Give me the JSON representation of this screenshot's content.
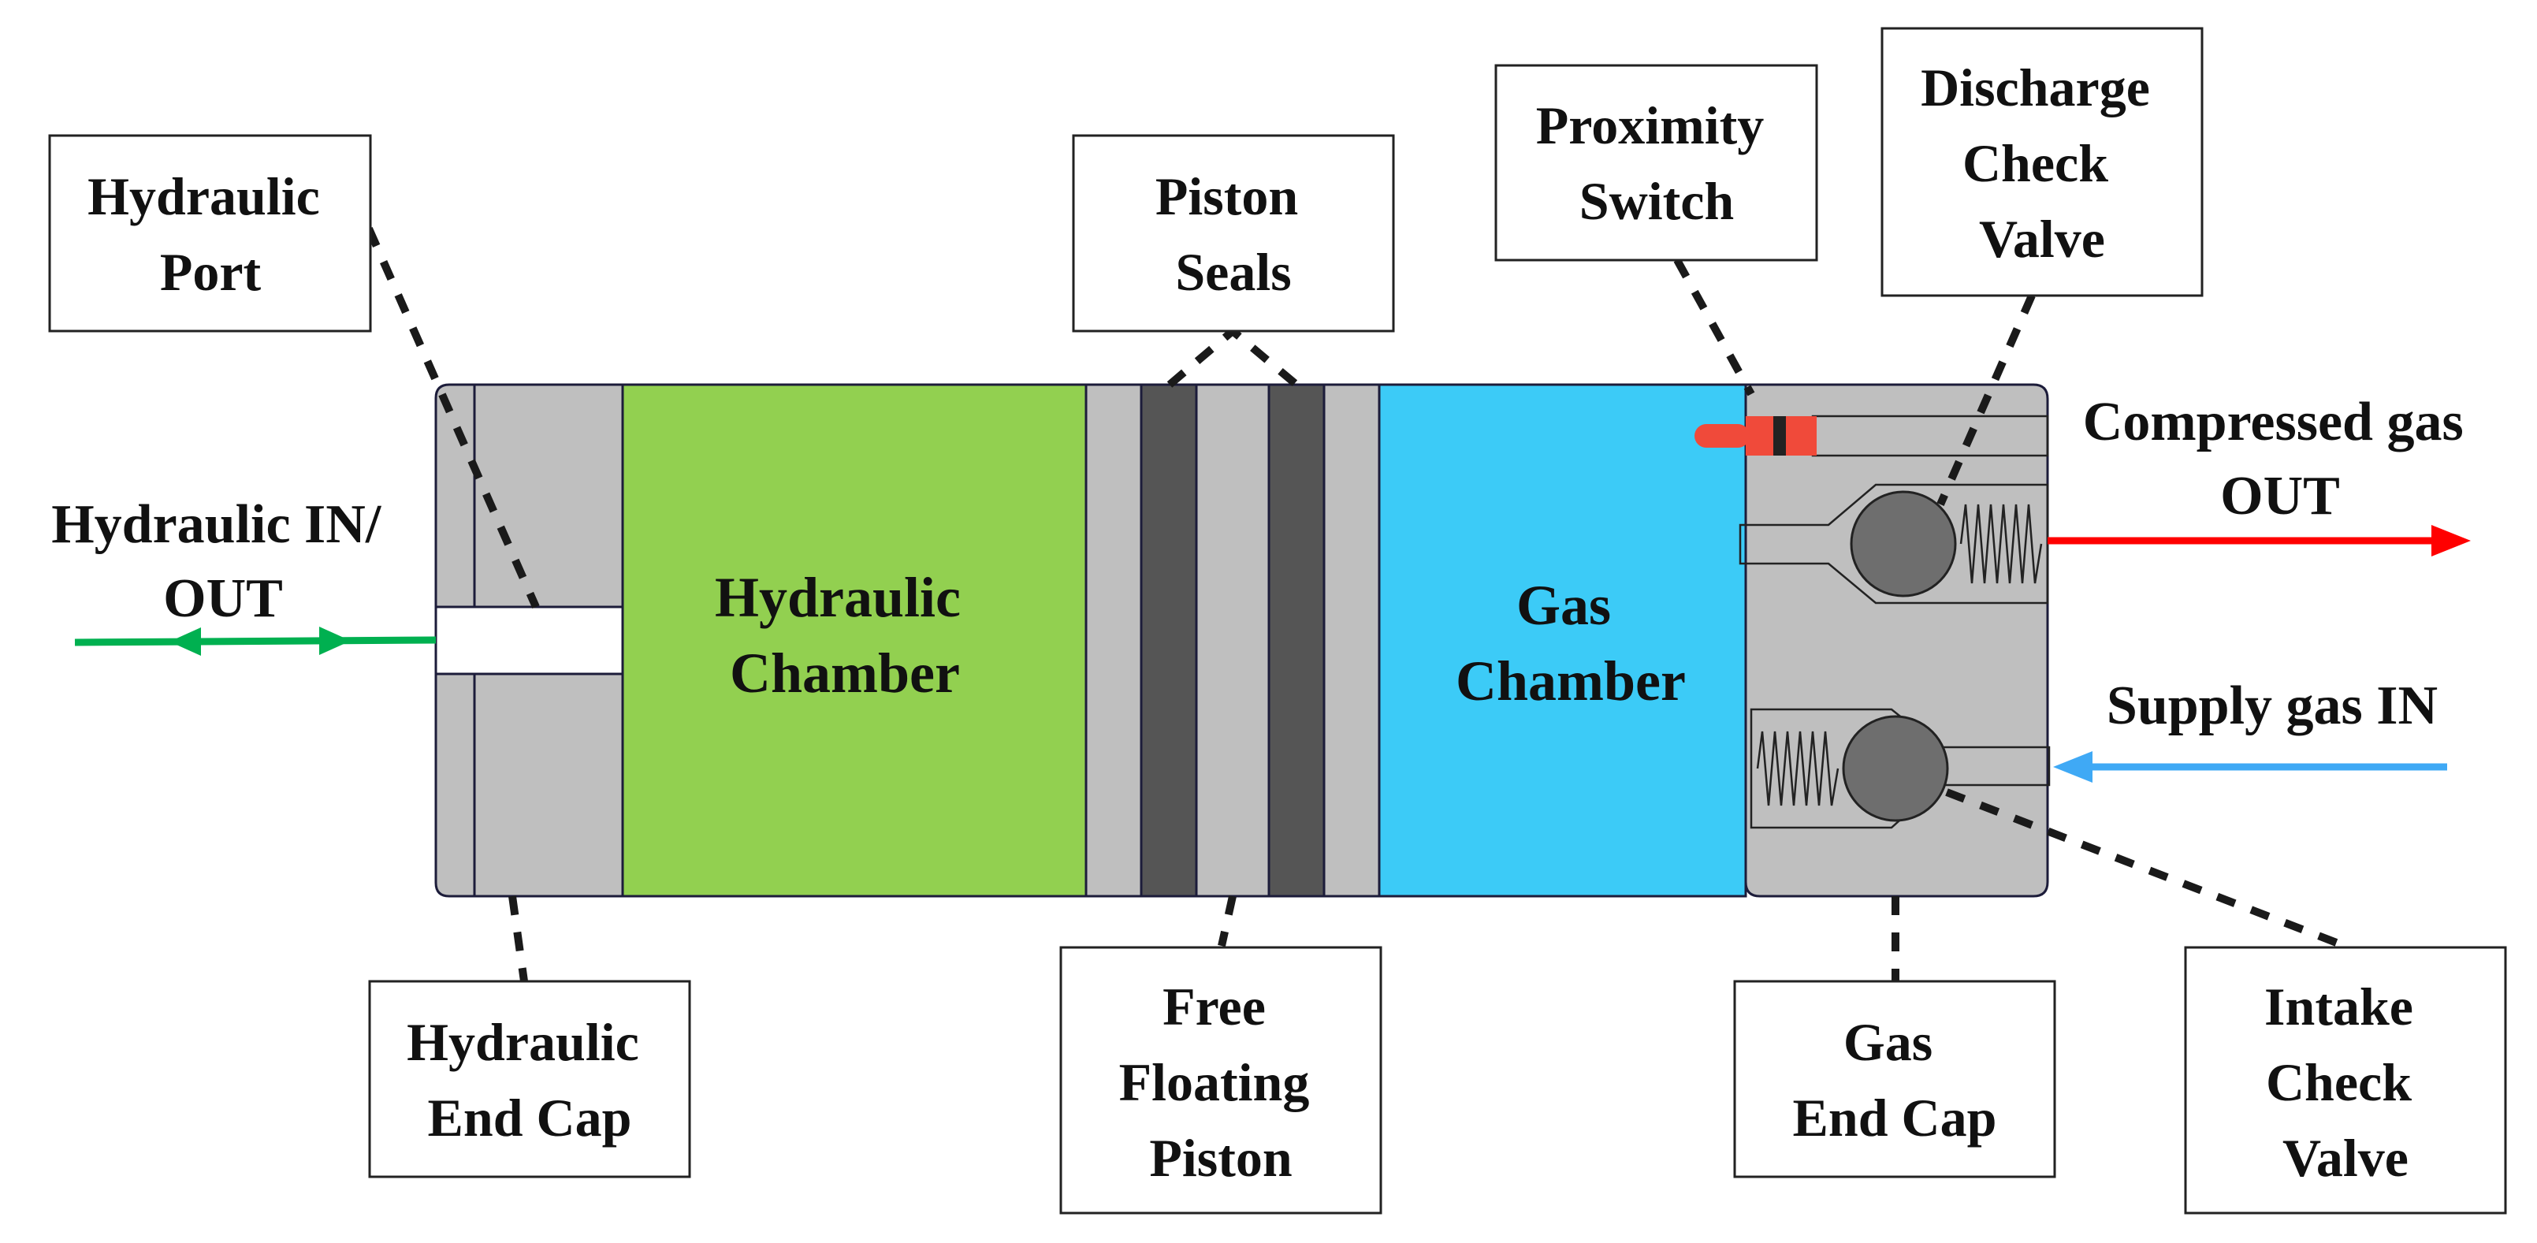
{
  "labels": {
    "hydraulic_port": [
      "Hydraulic",
      "Port"
    ],
    "piston_seals": [
      "Piston",
      "Seals"
    ],
    "proximity_switch": [
      "Proximity",
      "Switch"
    ],
    "discharge_check_valve": [
      "Discharge",
      "Check",
      "Valve"
    ],
    "compressed_gas_out": [
      "Compressed gas",
      "OUT"
    ],
    "hydraulic_in_out": [
      "Hydraulic IN/",
      "OUT"
    ],
    "supply_gas_in": [
      "Supply gas IN"
    ],
    "hydraulic_end_cap": [
      "Hydraulic",
      "End Cap"
    ],
    "free_floating_piston": [
      "Free",
      "Floating",
      "Piston"
    ],
    "gas_end_cap": [
      "Gas",
      "End Cap"
    ],
    "intake_check_valve": [
      "Intake",
      "Check",
      "Valve"
    ]
  },
  "chambers": {
    "hydraulic_chamber": [
      "Hydraulic",
      "Chamber"
    ],
    "gas_chamber": [
      "Gas",
      "Chamber"
    ]
  },
  "colors": {
    "hydraulic_chamber": "#92d050",
    "gas_chamber": "#3ccbf7",
    "end_cap": "#bfbfbf",
    "piston_body": "#bfbfbf",
    "seal": "#555555",
    "valve_ball": "#6e6e6e",
    "hydraulic_line": "#00b050",
    "compressed_gas_line": "#ff0000",
    "supply_gas_line": "#3fa9f5",
    "proximity_switch": "#f04a3a"
  }
}
